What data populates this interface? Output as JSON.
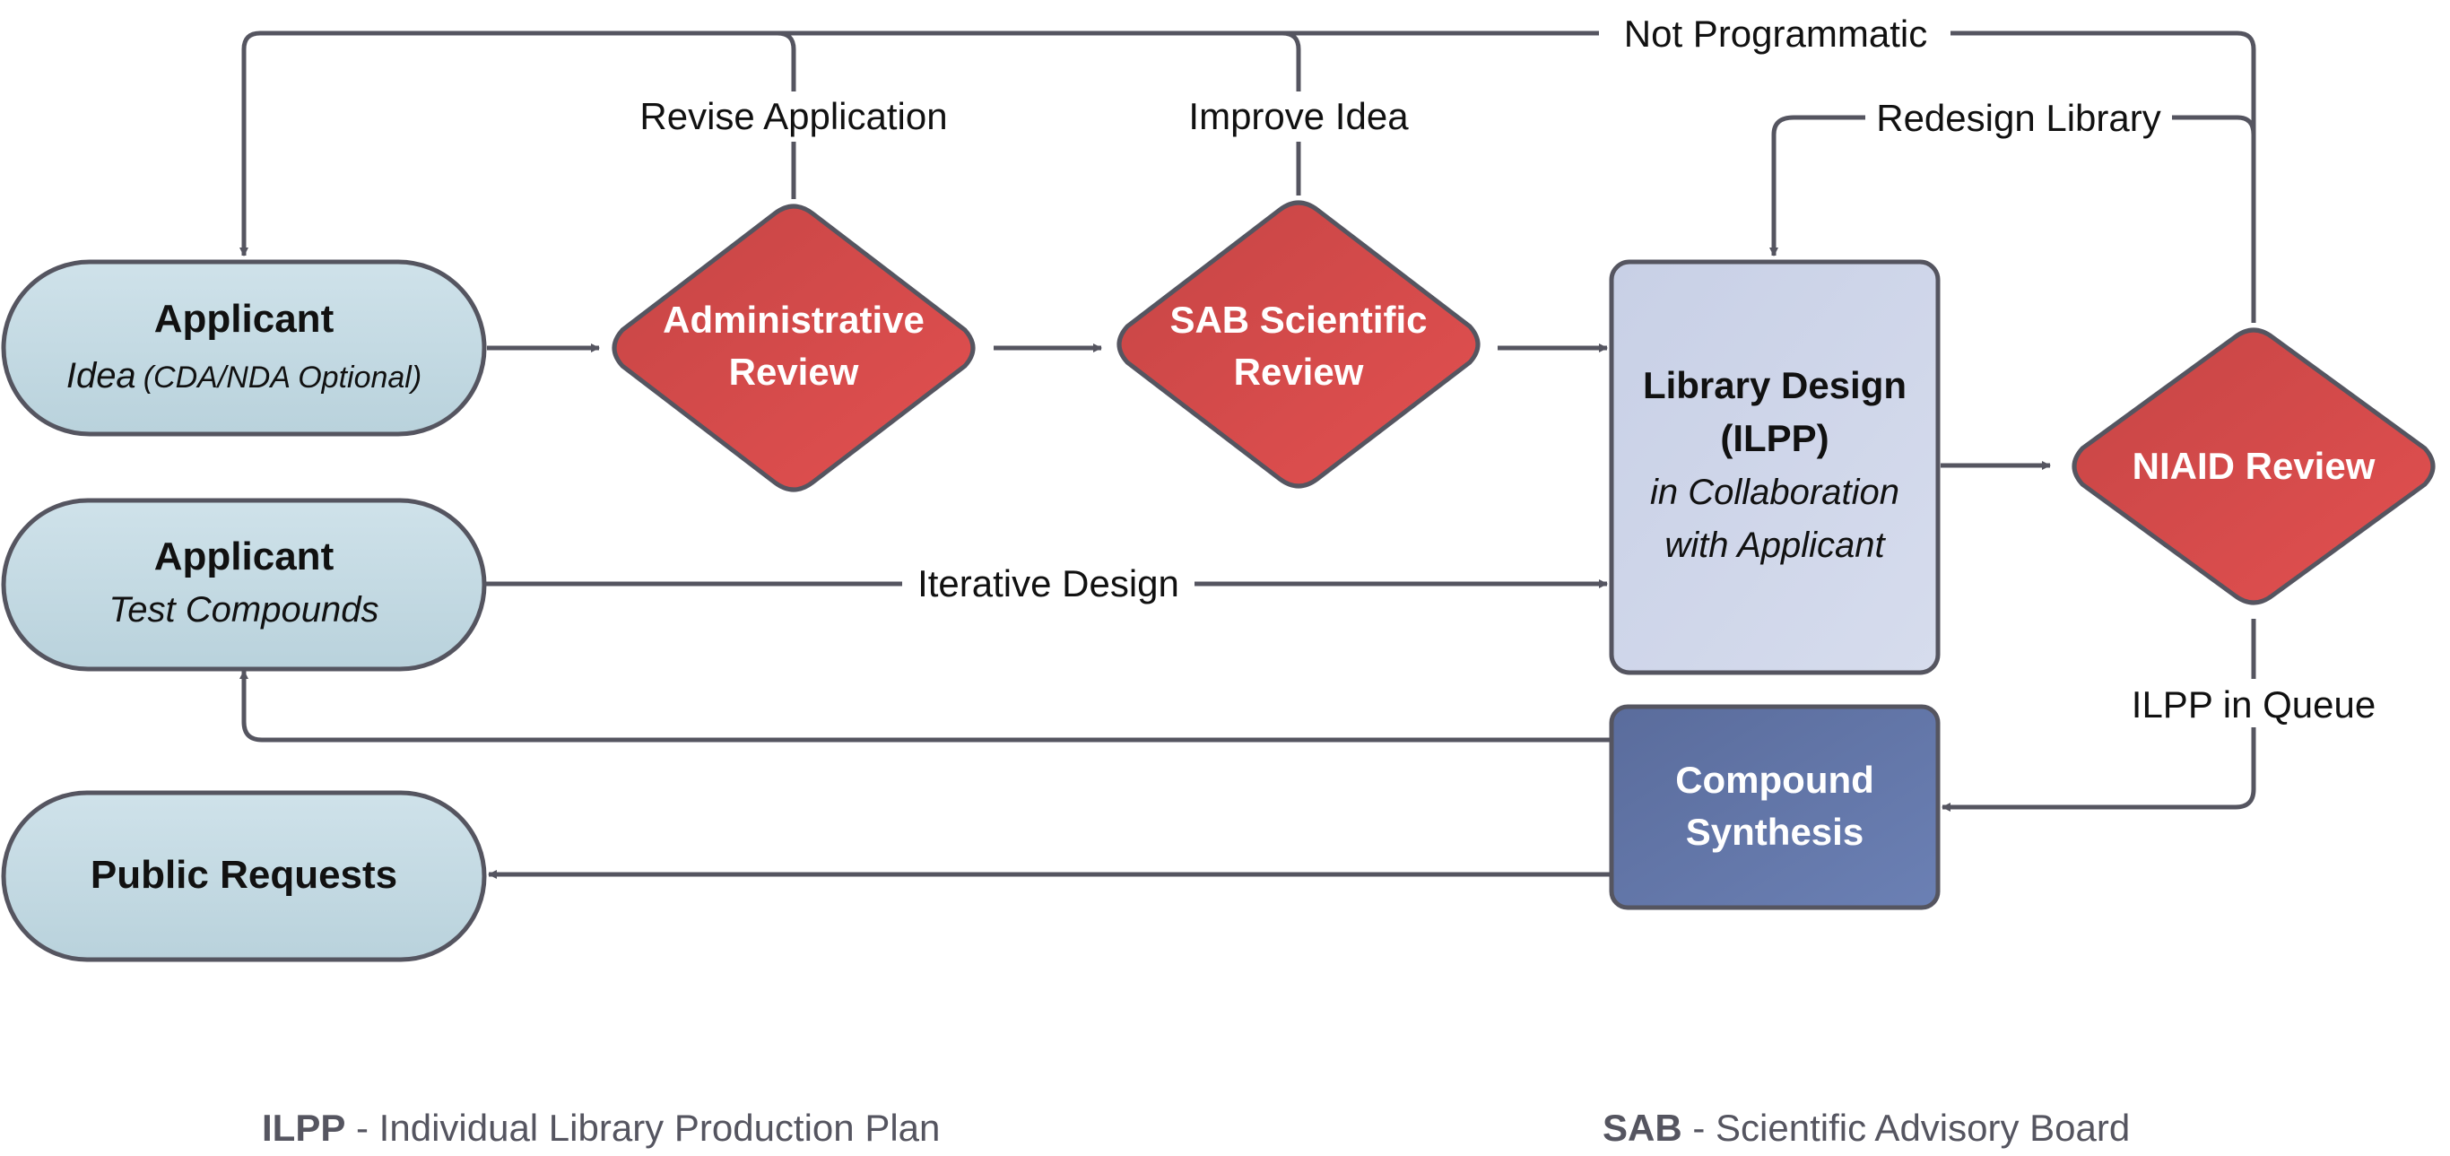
{
  "nodes": {
    "applicant_idea": {
      "title": "Applicant",
      "sub_main": "Idea",
      "sub_note": "(CDA/NDA Optional)"
    },
    "applicant_test": {
      "title": "Applicant",
      "sub": "Test Compounds"
    },
    "public_requests": {
      "title": "Public Requests"
    },
    "admin_review": {
      "line1": "Administrative",
      "line2": "Review"
    },
    "sab_review": {
      "line1": "SAB Scientific",
      "line2": "Review"
    },
    "library_design": {
      "line1": "Library Design",
      "line2": "(ILPP)",
      "line3": "in Collaboration",
      "line4": "with Applicant"
    },
    "niaid_review": {
      "label": "NIAID Review"
    },
    "compound_synthesis": {
      "line1": "Compound",
      "line2": "Synthesis"
    }
  },
  "edges": {
    "not_programmatic": "Not Programmatic",
    "revise_application": "Revise Application",
    "improve_idea": "Improve Idea",
    "redesign_library": "Redesign Library",
    "iterative_design": "Iterative Design",
    "ilpp_in_queue": "ILPP in Queue"
  },
  "legend": {
    "ilpp_abbr": "ILPP",
    "ilpp_def": " - Individual Library Production Plan",
    "sab_abbr": "SAB",
    "sab_def": " - Scientific Advisory Board"
  },
  "colors": {
    "pill_fill": "#c3d9e2",
    "diamond_fill": "#d94a4a",
    "library_fill": "#cdd5e8",
    "synthesis_fill": "#6377a8",
    "stroke": "#555560",
    "text_dark": "#111111",
    "text_light": "#ffffff"
  }
}
